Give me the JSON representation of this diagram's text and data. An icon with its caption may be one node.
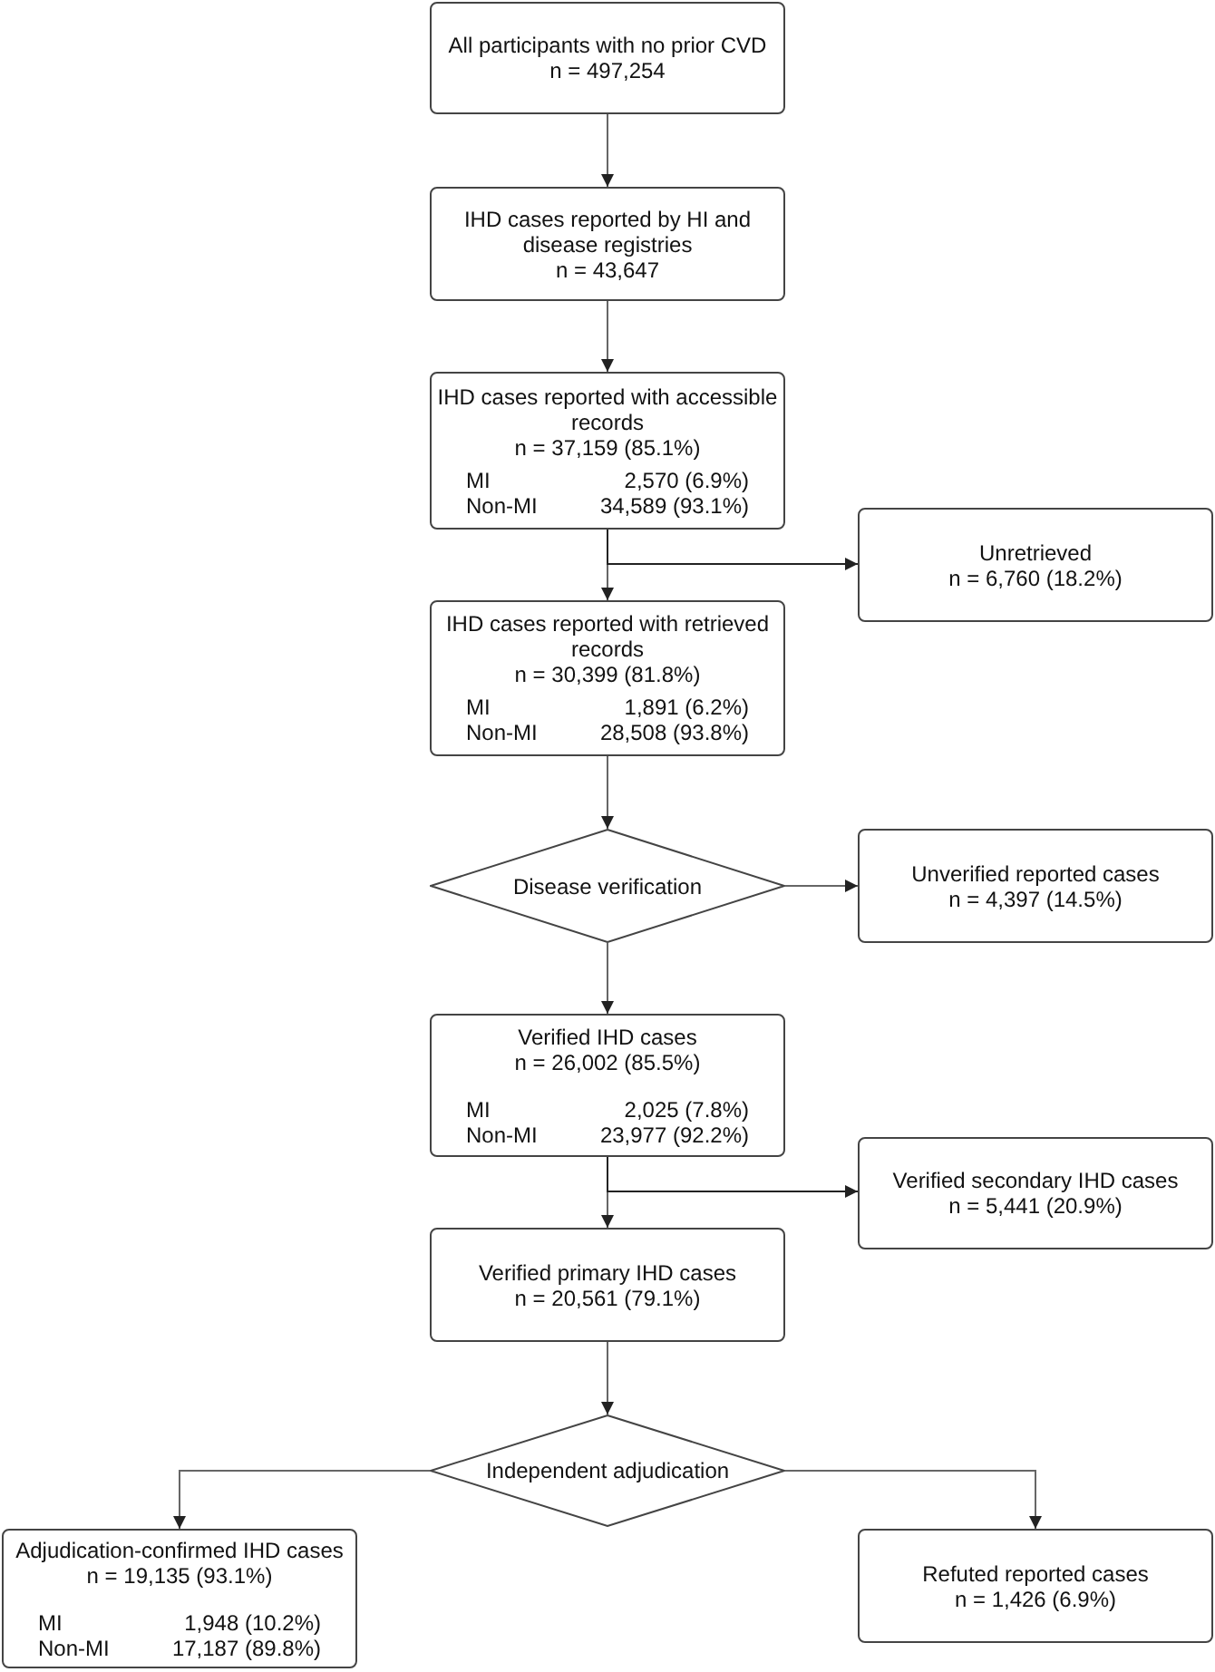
{
  "diagram": {
    "nodes": [
      {
        "text": [
          "All participants with no prior CVD",
          "n = 497,254"
        ]
      },
      {
        "text": [
          "IHD cases reported by HI and disease registries",
          "n = 43,647"
        ]
      },
      {
        "text": [
          "IHD cases reported with accessible records",
          "n = 37,159 (85.1%)",
          "MI",
          "2,570 (6.9%)",
          "Non-MI",
          "34,589 (93.1%)"
        ]
      },
      {
        "text": [
          "Unretrieved",
          "n = 6,760 (18.2%)"
        ]
      },
      {
        "text": [
          "IHD cases reported with retrieved records",
          "n = 30,399 (81.8%)",
          "MI",
          "1,891 (6.2%)",
          "Non-MI",
          "28,508 (93.8%)"
        ]
      },
      {
        "text": [
          "Disease verification"
        ]
      },
      {
        "text": [
          "Unverified reported cases",
          "n = 4,397 (14.5%)"
        ]
      },
      {
        "text": [
          "Verified IHD cases",
          "n = 26,002 (85.5%)",
          "MI",
          "2,025 (7.8%)",
          "Non-MI",
          "23,977 (92.2%)"
        ]
      },
      {
        "text": [
          "Verified secondary IHD cases",
          "n = 5,441 (20.9%)"
        ]
      },
      {
        "text": [
          "Verified primary IHD cases",
          "n = 20,561 (79.1%)"
        ]
      },
      {
        "text": [
          "Independent adjudication"
        ]
      },
      {
        "text": [
          "Adjudication-confirmed IHD cases",
          "n = 19,135 (93.1%)",
          "MI",
          "1,948 (10.2%)",
          "Non-MI",
          "17,187 (89.8%)"
        ]
      },
      {
        "text": [
          "Refuted reported cases",
          "n = 1,426 (6.9%)"
        ]
      }
    ],
    "edges": [
      {
        "from": 0,
        "to": 1,
        "arrow": "to"
      },
      {
        "from": 1,
        "to": 2,
        "arrow": "to"
      },
      {
        "from": 2,
        "to": 4,
        "arrow": "to"
      },
      {
        "from": 2,
        "to": 3,
        "arrow": "to"
      },
      {
        "from": 4,
        "to": 5,
        "arrow": "to"
      },
      {
        "from": 5,
        "to": 6,
        "arrow": "to"
      },
      {
        "from": 5,
        "to": 7,
        "arrow": "to"
      },
      {
        "from": 7,
        "to": 9,
        "arrow": "to"
      },
      {
        "from": 7,
        "to": 8,
        "arrow": "to"
      },
      {
        "from": 9,
        "to": 10,
        "arrow": "to"
      },
      {
        "from": 10,
        "to": 11,
        "arrow": "to"
      },
      {
        "from": 10,
        "to": 12,
        "arrow": "to"
      }
    ]
  }
}
